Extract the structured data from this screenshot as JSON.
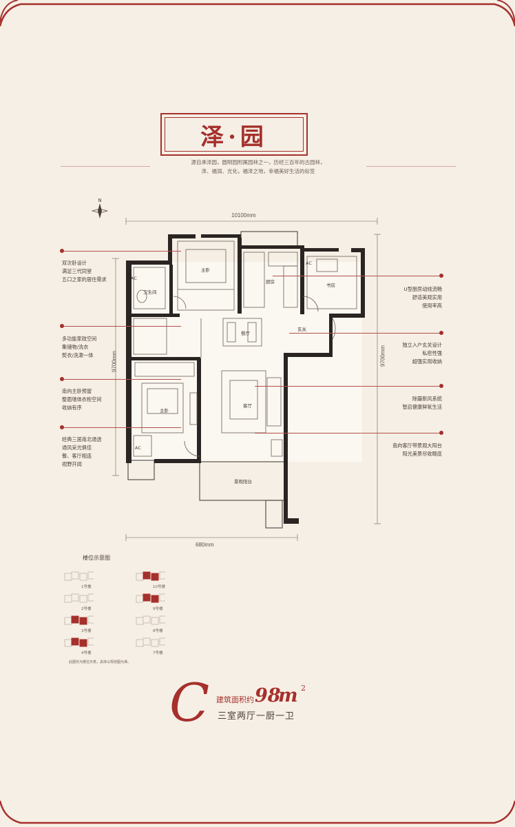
{
  "title": "泽·园",
  "intro": {
    "line1": "源自承泽园，圆明园附属园林之一，历经三百年的古园林，",
    "line2": "泽、福润、光化，福泽之地，幸福美好生活的标签"
  },
  "compass": {
    "label": "N"
  },
  "dimensions": {
    "top": "10100mm",
    "bottom": "680mm",
    "left": "9700mm",
    "right": "9700mm"
  },
  "rooms": {
    "master_top": "主卧",
    "toilet": "卫生间",
    "kitchen": "厨房",
    "study": "书房",
    "dining": "餐厅",
    "entrance": "玄关",
    "living": "客厅",
    "master_bottom": "主卧",
    "balcony": "景观阳台",
    "ac1": "AC",
    "ac2": "AC",
    "ac3": "AC"
  },
  "notes_left": [
    {
      "lines": [
        "双次卧设计",
        "满足三代同堂",
        "五口之家的居住需求"
      ]
    },
    {
      "lines": [
        "多功能家政空间",
        "集储物/洗衣",
        "熨衣/洗漱一体"
      ]
    },
    {
      "lines": [
        "南向主卧预留",
        "整面墙体衣柜空间",
        "收纳有序"
      ]
    },
    {
      "lines": [
        "经典三居南北通透",
        "通风采光俱佳",
        "餐、客厅相连",
        "视野开阔"
      ]
    }
  ],
  "notes_right": [
    {
      "lines": [
        "U型厨房动线流畅",
        "舒适美观实用",
        "使用率高"
      ]
    },
    {
      "lines": [
        "独立入户玄关设计",
        "私密性强",
        "超强实用收纳"
      ]
    },
    {
      "lines": [
        "除霾新风系统",
        "智启健康鲜氧生活"
      ]
    },
    {
      "lines": [
        "南向客厅带景观大阳台",
        "阳光美景尽收眼底"
      ]
    }
  ],
  "keymap": {
    "title": "楼位示意图",
    "buildings": [
      {
        "label": "1号楼",
        "highlight": false
      },
      {
        "label": "10号楼",
        "highlight": true
      },
      {
        "label": "2号楼",
        "highlight": false
      },
      {
        "label": "9号楼",
        "highlight": true
      },
      {
        "label": "3号楼",
        "highlight": true
      },
      {
        "label": "8号楼",
        "highlight": false
      },
      {
        "label": "4号楼",
        "highlight": true
      },
      {
        "label": "7号楼",
        "highlight": false
      }
    ],
    "note": "此图仅为楼位示意，具体以规划图为准。"
  },
  "unit": {
    "letter": "C",
    "area_label": "建筑面积约",
    "area_value": "98",
    "area_unit": "m",
    "area_sup": "2",
    "layout": "三室两厅一厨一卫"
  },
  "colors": {
    "accent": "#a5302c",
    "background": "#f6efe5",
    "wall": "#2a2522",
    "text": "#4a3f38"
  }
}
